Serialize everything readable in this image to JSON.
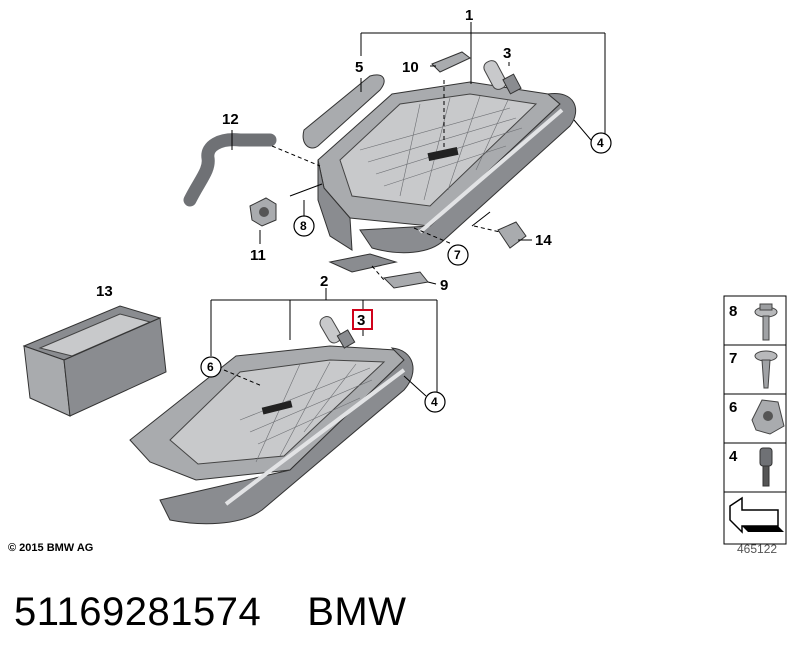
{
  "diagram": {
    "callouts": {
      "p1": "1",
      "p2": "2",
      "p3a": "3",
      "p3b": "3",
      "p4a": "4",
      "p4b": "4",
      "p5": "5",
      "p6": "6",
      "p7": "7",
      "p8": "8",
      "p9": "9",
      "p10": "10",
      "p11": "11",
      "p12": "12",
      "p13": "13",
      "p14": "14"
    },
    "legend": [
      {
        "number": "8",
        "icon": "screw-washer-icon"
      },
      {
        "number": "7",
        "icon": "tapping-screw-icon"
      },
      {
        "number": "6",
        "icon": "clip-nut-icon"
      },
      {
        "number": "4",
        "icon": "rubber-buffer-icon"
      },
      {
        "number": "",
        "icon": "arrow-icon"
      }
    ],
    "highlight_color": "#d0021b"
  },
  "copyright": "© 2015 BMW AG",
  "diagram_id": "465122",
  "part_number": "51169281574",
  "brand": "BMW"
}
